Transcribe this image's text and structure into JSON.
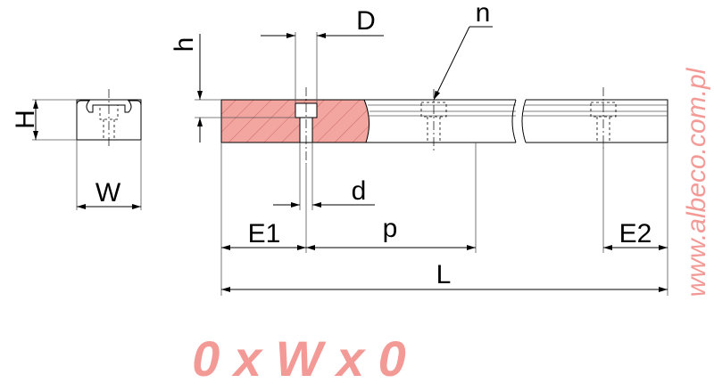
{
  "diagram": {
    "labels": {
      "H": "H",
      "W": "W",
      "h": "h",
      "D": "D",
      "n": "n",
      "d": "d",
      "E1": "E1",
      "p": "p",
      "E2": "E2",
      "L": "L"
    },
    "title": "0 x W x 0",
    "watermark": "www.albeco.com.pl",
    "colors": {
      "accent": "#f39a96",
      "section_fill": "#f3a5a0",
      "line": "#000000"
    }
  }
}
